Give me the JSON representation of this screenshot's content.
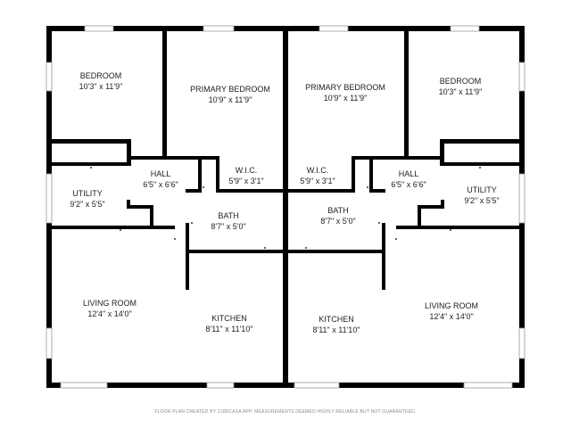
{
  "rooms": {
    "bedroom_left": {
      "name": "BEDROOM",
      "dims": "10'3\" x 11'9\""
    },
    "primary_left": {
      "name": "PRIMARY BEDROOM",
      "dims": "10'9\" x 11'9\""
    },
    "primary_right": {
      "name": "PRIMARY BEDROOM",
      "dims": "10'9\" x 11'9\""
    },
    "bedroom_right": {
      "name": "BEDROOM",
      "dims": "10'3\" x 11'9\""
    },
    "hall_left": {
      "name": "HALL",
      "dims": "6'5\" x 6'6\""
    },
    "wic_left": {
      "name": "W.I.C.",
      "dims": "5'9\" x 3'1\""
    },
    "wic_right": {
      "name": "W.I.C.",
      "dims": "5'9\" x 3'1\""
    },
    "hall_right": {
      "name": "HALL",
      "dims": "6'5\" x 6'6\""
    },
    "utility_left": {
      "name": "UTILITY",
      "dims": "9'2\" x 5'5\""
    },
    "utility_right": {
      "name": "UTILITY",
      "dims": "9'2\" x 5'5\""
    },
    "bath_left": {
      "name": "BATH",
      "dims": "8'7\" x 5'0\""
    },
    "bath_right": {
      "name": "BATH",
      "dims": "8'7\" x 5'0\""
    },
    "living_left": {
      "name": "LIVING ROOM",
      "dims": "12'4\" x 14'0\""
    },
    "kitchen_left": {
      "name": "KITCHEN",
      "dims": "8'11\" x 11'10\""
    },
    "kitchen_right": {
      "name": "KITCHEN",
      "dims": "8'11\" x 11'10\""
    },
    "living_right": {
      "name": "LIVING ROOM",
      "dims": "12'4\" x 14'0\""
    }
  },
  "footer": "FLOOR PLAN CREATED BY CUBICASA APP. MEASUREMENTS DEEMED HIGHLY RELIABLE BUT NOT GUARANTEED.",
  "colors": {
    "wall": "#000000",
    "background": "#ffffff",
    "footer_text": "#8a8a8a"
  }
}
